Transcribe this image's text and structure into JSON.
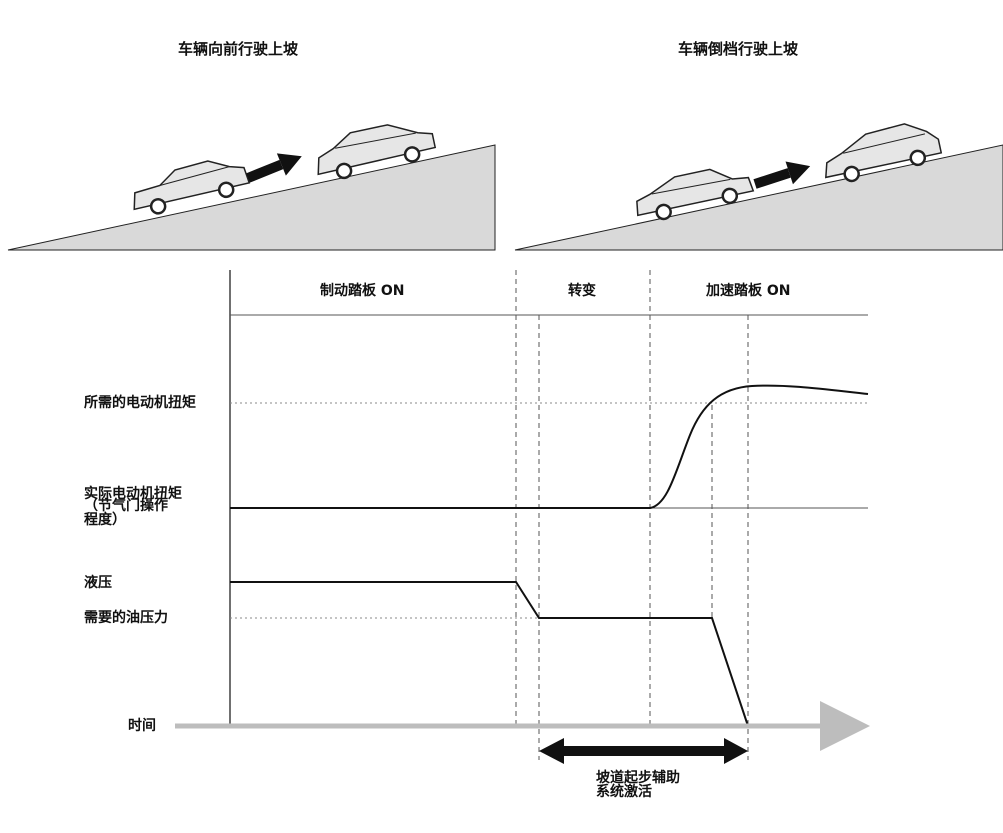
{
  "illustrations": {
    "forward": {
      "title": "车辆向前行驶上坡"
    },
    "reverse": {
      "title": "车辆倒档行驶上坡"
    }
  },
  "phases": {
    "brake": "制动踏板 ON",
    "transition": "转变",
    "accel": "加速踏板 ON"
  },
  "labels": {
    "required_torque": "所需的电动机扭矩",
    "actual_torque_line1": "实际电动机扭矩",
    "actual_torque_line2": "（节气门操作",
    "actual_torque_line3": "程度）",
    "hydraulic": "液压",
    "required_pressure": "需要的油压力",
    "time": "时间",
    "hill_start_line1": "坡道起步辅助",
    "hill_start_line2": "系统激活"
  },
  "colors": {
    "line": "#111111",
    "slope_fill": "#d9d9d9",
    "time_axis": "#bdbdbd",
    "guide": "#888888"
  }
}
